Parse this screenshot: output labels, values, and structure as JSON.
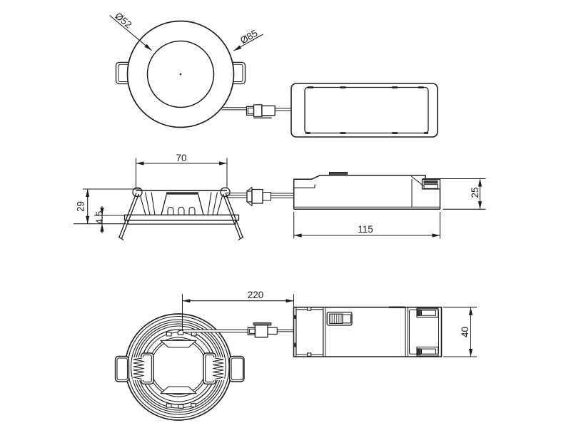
{
  "drawing": {
    "downlight_top_view": {
      "dia_inner_label": "Ø52",
      "dia_outer_label": "Ø85"
    },
    "downlight_front_view": {
      "width_label": "70",
      "height_label": "29",
      "flange_label": "4.5"
    },
    "driver_front_view": {
      "length_label": "115",
      "height_label": "25"
    },
    "bottom_row": {
      "overall_label": "220",
      "driver_width_label": "40"
    }
  }
}
